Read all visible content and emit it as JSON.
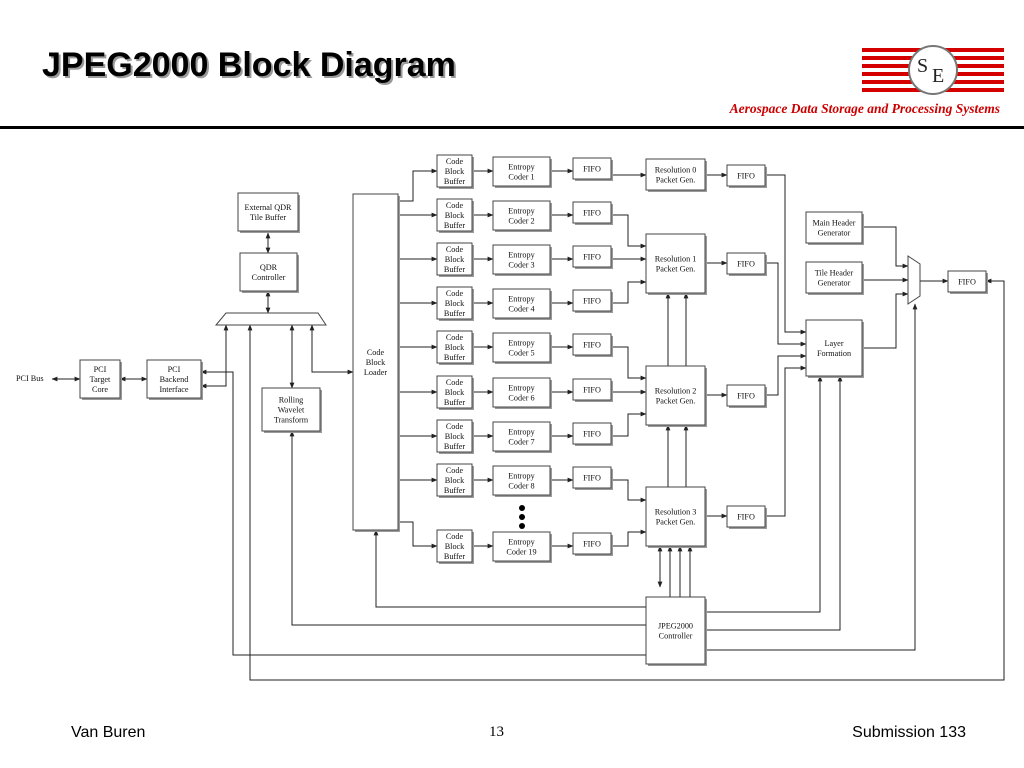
{
  "slide": {
    "title": "JPEG2000 Block Diagram",
    "tagline": "Aerospace Data Storage and Processing Systems",
    "logo_letters": [
      "S",
      "E"
    ],
    "logo_color": "#d40000",
    "footer_left": "Van Buren",
    "footer_page": "13",
    "footer_right": "Submission 133"
  },
  "diagram": {
    "pci_bus": "PCI Bus",
    "pci_target": [
      "PCI",
      "Target",
      "Core"
    ],
    "pci_backend": [
      "PCI",
      "Backend",
      "Interface"
    ],
    "qdr_buffer": [
      "External QDR",
      "Tile Buffer"
    ],
    "qdr_controller": [
      "QDR",
      "Controller"
    ],
    "rolling_wavelet": [
      "Rolling",
      "Wavelet",
      "Transform"
    ],
    "cb_loader": [
      "Code",
      "Block",
      "Loader"
    ],
    "cb_buffer": [
      "Code",
      "Block",
      "Buffer"
    ],
    "fifo": "FIFO",
    "entropy_coders": [
      [
        "Entropy",
        "Coder 1"
      ],
      [
        "Entropy",
        "Coder 2"
      ],
      [
        "Entropy",
        "Coder 3"
      ],
      [
        "Entropy",
        "Coder 4"
      ],
      [
        "Entropy",
        "Coder 5"
      ],
      [
        "Entropy",
        "Coder 6"
      ],
      [
        "Entropy",
        "Coder 7"
      ],
      [
        "Entropy",
        "Coder 8"
      ],
      [
        "Entropy",
        "Coder 19"
      ]
    ],
    "res_packet_gens": [
      [
        "Resolution 0",
        "Packet Gen."
      ],
      [
        "Resolution 1",
        "Packet Gen."
      ],
      [
        "Resolution 2",
        "Packet Gen."
      ],
      [
        "Resolution 3",
        "Packet Gen."
      ]
    ],
    "main_header": [
      "Main Header",
      "Generator"
    ],
    "tile_header": [
      "Tile Header",
      "Generator"
    ],
    "layer_formation": [
      "Layer",
      "Formation"
    ],
    "jpeg_controller": [
      "JPEG2000",
      "Controller"
    ]
  }
}
